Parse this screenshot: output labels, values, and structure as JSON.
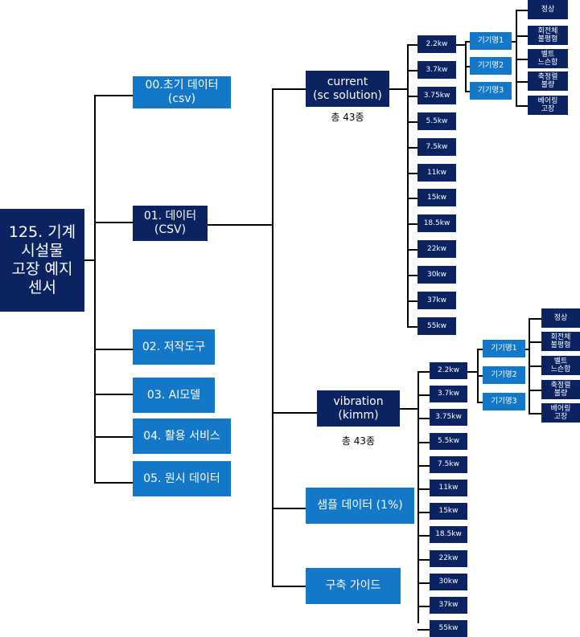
{
  "colors": {
    "dark": "#0b2360",
    "light": "#1478c8",
    "line": "#000000"
  },
  "root": {
    "label": "125. 기계\n시설물\n고장 예지\n센서"
  },
  "level1": [
    {
      "label": "00.초기 데이터\n(csv)"
    },
    {
      "label": "01. 데이터\n(CSV)"
    },
    {
      "label": "02. 저작도구"
    },
    {
      "label": "03. AI모델"
    },
    {
      "label": "04. 활용 서비스"
    },
    {
      "label": "05. 원시 데이터"
    }
  ],
  "level2": [
    {
      "label": "current\n(sc solution)",
      "caption": "총 43종"
    },
    {
      "label": "vibration\n(kimm)",
      "caption": "총 43종"
    },
    {
      "label": "샘플 데이터 (1%)"
    },
    {
      "label": "구축 가이드"
    }
  ],
  "groups": [
    {
      "kw": [
        "2.2kw",
        "3.7kw",
        "3.75kw",
        "5.5kw",
        "7.5kw",
        "11kw",
        "15kw",
        "18.5kw",
        "22kw",
        "30kw",
        "37kw",
        "55kw"
      ],
      "devices": [
        "기기명1",
        "기기명2",
        "기기명3"
      ],
      "faults": [
        "정상",
        "회전체\n불평형",
        "벨트\n느슨함",
        "축정렬\n불량",
        "베어링\n고장"
      ]
    },
    {
      "kw": [
        "2.2kw",
        "3.7kw",
        "3.75kw",
        "5.5kw",
        "7.5kw",
        "11kw",
        "15kw",
        "18.5kw",
        "22kw",
        "30kw",
        "37kw",
        "55kw"
      ],
      "devices": [
        "기기명1",
        "기기명2",
        "기기명3"
      ],
      "faults": [
        "정상",
        "회전체\n불평형",
        "벨트\n느슨함",
        "축정렬\n불량",
        "베어링\n고장"
      ]
    }
  ]
}
